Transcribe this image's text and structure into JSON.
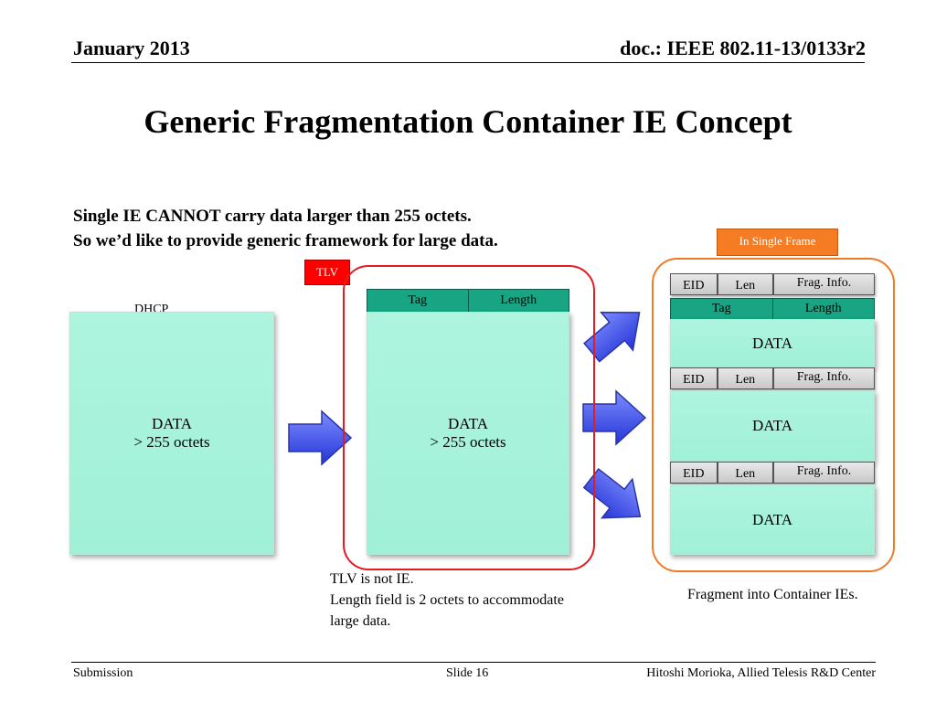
{
  "header": {
    "date": "January 2013",
    "doc_id": "doc.: IEEE 802.11-13/0133r2"
  },
  "title": "Generic Fragmentation Container IE Concept",
  "intro": {
    "line1": "Single IE CANNOT carry data larger than 255 octets.",
    "line2": "So we’d like to provide generic framework for large data."
  },
  "left_box": {
    "label": "DHCP",
    "data_line1": "DATA",
    "data_line2": "> 255 octets"
  },
  "tlv": {
    "tag_label": "TLV",
    "fields": {
      "tag": "Tag",
      "length": "Length"
    },
    "data_line1": "DATA",
    "data_line2": "> 255 octets",
    "note": [
      "TLV is not IE.",
      "Length field is 2 octets to accommodate",
      "large data."
    ]
  },
  "single_frame": {
    "tag_label": "In Single Frame",
    "fragments": [
      {
        "eid": "EID",
        "len": "Len",
        "frag": "Frag. Info.",
        "data": "DATA",
        "inner_tag": "Tag",
        "inner_length": "Length"
      },
      {
        "eid": "EID",
        "len": "Len",
        "frag": "Frag. Info.",
        "data": "DATA"
      },
      {
        "eid": "EID",
        "len": "Len",
        "frag": "Frag. Info.",
        "data": "DATA"
      }
    ],
    "note": "Fragment into Container IEs."
  },
  "footer": {
    "left": "Submission",
    "center": "Slide 16",
    "right": "Hitoshi Morioka, Allied Telesis R&D Center"
  },
  "colors": {
    "data_fill": "#a7f2db",
    "tag_bar": "#17a583",
    "arrow": "#3f50e6",
    "tlv_border": "#e31b23",
    "frame_border": "#f07a25"
  }
}
